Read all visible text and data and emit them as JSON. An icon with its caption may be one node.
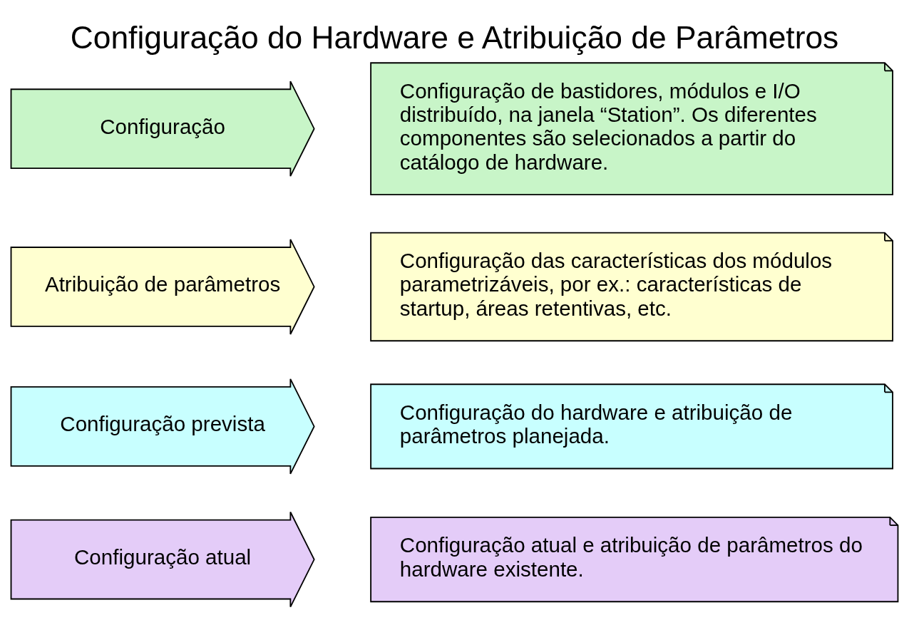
{
  "diagram": {
    "title": "Configuração do Hardware e Atribuição de Parâmetros",
    "nodes": [
      {
        "text": [
          "Configuração"
        ]
      },
      {
        "text": [
          "Configuração de bastidores, módulos e I/O distribuído, na janela “Station”. Os diferentes componentes são selecionados a partir do catálogo de hardware."
        ]
      },
      {
        "text": [
          "Atribuição de parâmetros"
        ]
      },
      {
        "text": [
          "Configuração das características dos módulos parametrizáveis, por ex.: características de startup, áreas retentivas, etc."
        ]
      },
      {
        "text": [
          "Configuração prevista"
        ]
      },
      {
        "text": [
          "Configuração do hardware e atribuição de parâmetros planejada."
        ]
      },
      {
        "text": [
          "Configuração atual"
        ]
      },
      {
        "text": [
          "Configuração atual e atribuição de parâmetros do hardware existente."
        ]
      }
    ],
    "edges": []
  }
}
